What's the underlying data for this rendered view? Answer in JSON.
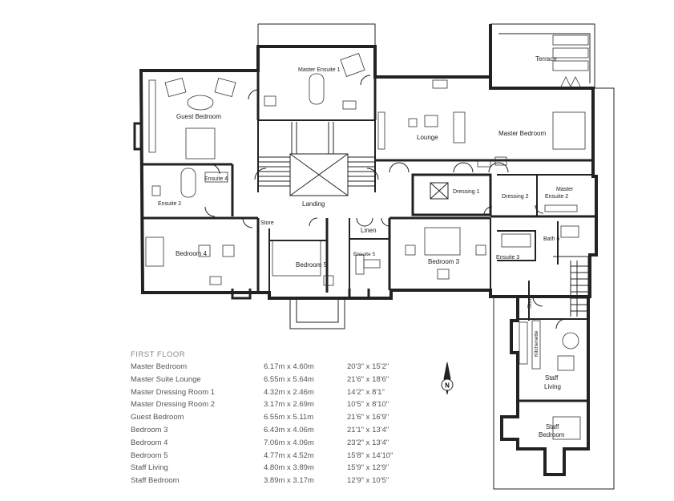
{
  "rooms": {
    "master_ensuite_1": "Master Ensuite 1",
    "terrace": "Terrace",
    "guest_bedroom": "Guest Bedroom",
    "lounge": "Lounge",
    "master_bedroom": "Master Bedroom",
    "ensuite_4": "Ensuite 4",
    "ensuite_2": "Ensuite 2",
    "landing": "Landing",
    "dressing_1": "Dressing 1",
    "dressing_2": "Dressing 2",
    "master_ensuite_2_a": "Master",
    "master_ensuite_2_b": "Ensuite 2",
    "store_1": "Store",
    "linen": "Linen",
    "bath_6": "Bath 6",
    "bedroom_4": "Bedroom 4",
    "bedroom_5": "Bedroom 5",
    "ensuite_5": "Ensuite 5",
    "bedroom_3": "Bedroom 3",
    "ensuite_3": "Ensuite 3",
    "store_2": "Store",
    "kitchenette": "Kitchenette",
    "staff_living_a": "Staff",
    "staff_living_b": "Living",
    "staff_bedroom_a": "Staff",
    "staff_bedroom_b": "Bedroom"
  },
  "compass": {
    "label": "N"
  },
  "schedule": {
    "title": "FIRST FLOOR",
    "rows": [
      {
        "name": "Master Bedroom",
        "metric": "6.17m x 4.60m",
        "imperial": "20'3\" x 15'2\""
      },
      {
        "name": "Master Suite Lounge",
        "metric": "6.55m x 5.64m",
        "imperial": "21'6\" x 18'6\""
      },
      {
        "name": "Master Dressing Room 1",
        "metric": "4.32m x 2.46m",
        "imperial": "14'2\" x 8'1\""
      },
      {
        "name": "Master Dressing Room 2",
        "metric": "3.17m x 2.69m",
        "imperial": "10'5\" x 8'10\""
      },
      {
        "name": "Guest Bedroom",
        "metric": "6.55m x 5.11m",
        "imperial": "21'6\" x 16'9\""
      },
      {
        "name": "Bedroom 3",
        "metric": "6.43m x 4.06m",
        "imperial": "21'1\" x 13'4\""
      },
      {
        "name": "Bedroom 4",
        "metric": "7.06m x 4.06m",
        "imperial": "23'2\" x 13'4\""
      },
      {
        "name": "Bedroom 5",
        "metric": "4.77m x 4.52m",
        "imperial": "15'8\" x 14'10\""
      },
      {
        "name": "Staff Living",
        "metric": "4.80m x 3.89m",
        "imperial": "15'9\" x 12'9\""
      },
      {
        "name": "Staff Bedroom",
        "metric": "3.89m x 3.17m",
        "imperial": "12'9\" x 10'5\""
      }
    ]
  }
}
